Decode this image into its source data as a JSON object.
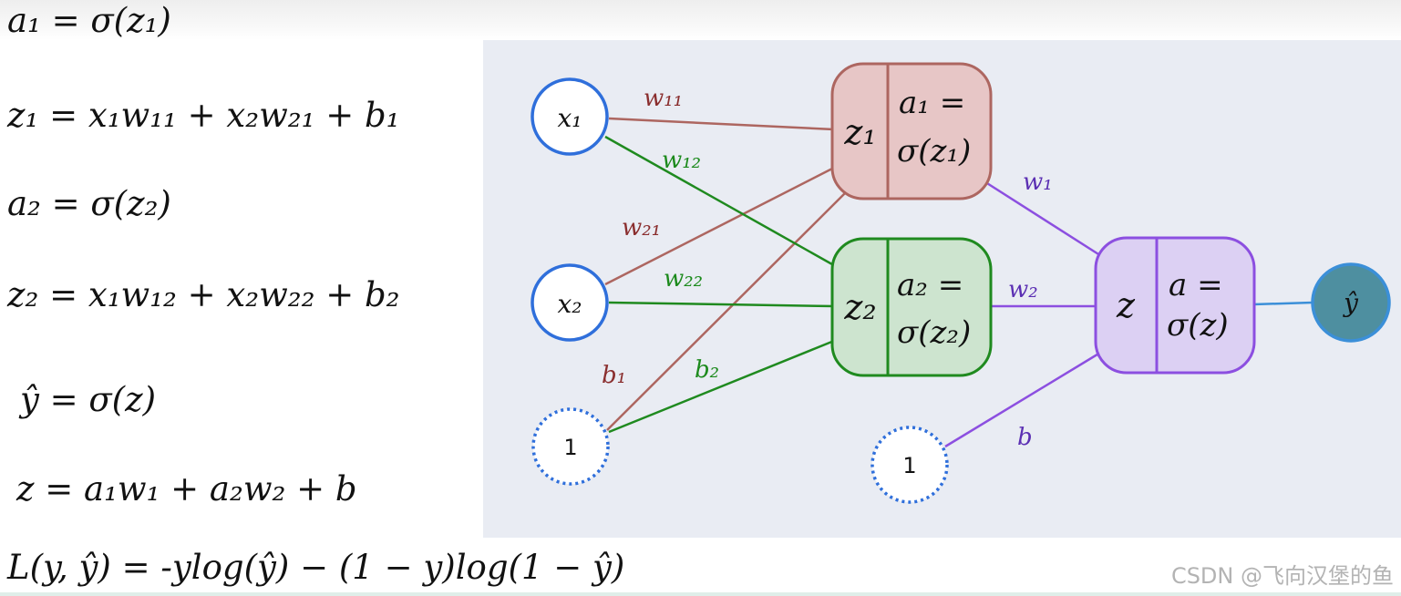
{
  "formulas": [
    "a₁ = σ(z₁)",
    "z₁ = x₁w₁₁  +  x₂w₂₁  +  b₁",
    "a₂ = σ(z₂)",
    "z₂ = x₁w₁₂  +  x₂w₂₂  +  b₂",
    "ŷ = σ(z)",
    "z = a₁w₁  +  a₂w₂  +  b",
    "L(y, ŷ) =  -ylog(ŷ)  −  (1 − y)log(1 − ŷ)"
  ],
  "diagram": {
    "input_nodes": [
      "x₁",
      "x₂",
      "1"
    ],
    "hidden_nodes": [
      {
        "z": "z₁",
        "a_line1": "a₁ =",
        "a_line2": "σ(z₁)"
      },
      {
        "z": "z₂",
        "a_line1": "a₂ =",
        "a_line2": "σ(z₂)"
      }
    ],
    "output_node": {
      "z": "z",
      "a_line1": "a =",
      "a_line2": "σ(z)"
    },
    "output_bias_node": "1",
    "prediction_node": "ŷ",
    "weights": {
      "w11": "w₁₁",
      "w12": "w₁₂",
      "w21": "w₂₁",
      "w22": "w₂₂",
      "b1": "b₁",
      "b2": "b₂",
      "w1": "w₁",
      "w2": "w₂",
      "b": "b"
    },
    "colors": {
      "hidden1": "#ad6660",
      "hidden1_fill": "#e7c6c6",
      "hidden2": "#1f8a1f",
      "hidden2_fill": "#cde4cf",
      "output": "#8c4fe0",
      "output_fill": "#dcd0f3",
      "input_border": "#2f6fdb",
      "prediction_fill": "#4e8fa0"
    }
  },
  "watermark": "CSDN @飞向汉堡的鱼"
}
